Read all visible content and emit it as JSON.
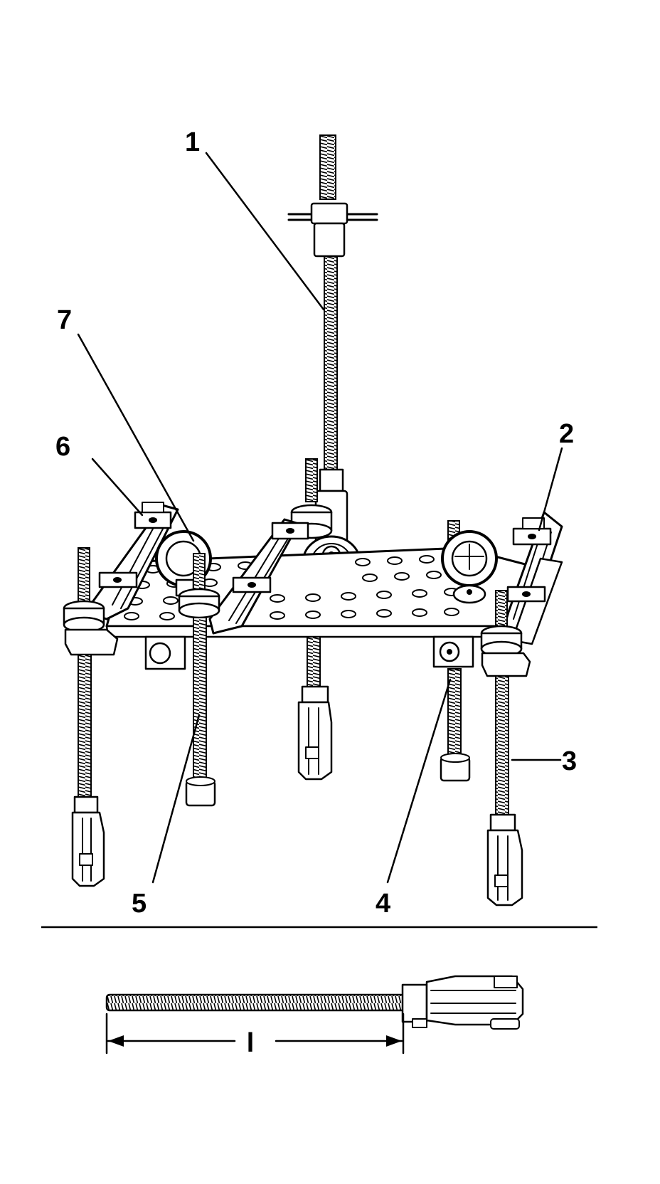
{
  "callouts": {
    "c1": "1",
    "c2": "2",
    "c3": "3",
    "c4": "4",
    "c5": "5",
    "c6": "6",
    "c7": "7"
  },
  "dimension_label": "l",
  "colors": {
    "ink": "#000000",
    "paper": "#ffffff"
  }
}
